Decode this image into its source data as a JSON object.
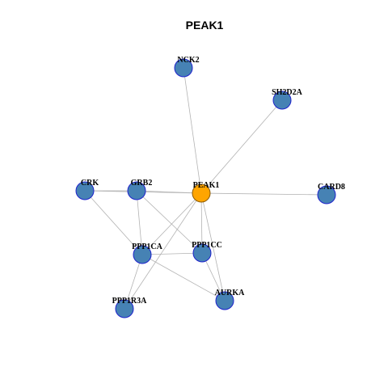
{
  "title": "PEAK1",
  "colors": {
    "node_fill": "#4682B4",
    "node_stroke": "#1E22CC",
    "center_fill": "#FFA500",
    "center_stroke": "#8B5A00",
    "edge": "#B3B3B3"
  },
  "nodes": [
    {
      "id": "PEAK1",
      "label": "PEAK1",
      "center": true
    },
    {
      "id": "NCK2",
      "label": "NCK2"
    },
    {
      "id": "SH2D2A",
      "label": "SH2D2A"
    },
    {
      "id": "CRK",
      "label": "CRK"
    },
    {
      "id": "GRB2",
      "label": "GRB2"
    },
    {
      "id": "CARD8",
      "label": "CARD8"
    },
    {
      "id": "PPP1CA",
      "label": "PPP1CA"
    },
    {
      "id": "PPP1CC",
      "label": "PPP1CC"
    },
    {
      "id": "PPP1R3A",
      "label": "PPP1R3A"
    },
    {
      "id": "AURKA",
      "label": "AURKA"
    }
  ],
  "edges": [
    [
      "PEAK1",
      "NCK2"
    ],
    [
      "PEAK1",
      "SH2D2A"
    ],
    [
      "PEAK1",
      "CARD8"
    ],
    [
      "PEAK1",
      "GRB2"
    ],
    [
      "PEAK1",
      "CRK"
    ],
    [
      "PEAK1",
      "PPP1CA"
    ],
    [
      "PEAK1",
      "PPP1CC"
    ],
    [
      "PEAK1",
      "PPP1R3A"
    ],
    [
      "PEAK1",
      "AURKA"
    ],
    [
      "CRK",
      "GRB2"
    ],
    [
      "CRK",
      "PPP1CA"
    ],
    [
      "GRB2",
      "PPP1CA"
    ],
    [
      "GRB2",
      "PPP1CC"
    ],
    [
      "PPP1CA",
      "PPP1CC"
    ],
    [
      "PPP1CA",
      "PPP1R3A"
    ],
    [
      "PPP1CA",
      "AURKA"
    ],
    [
      "PPP1CC",
      "AURKA"
    ]
  ]
}
